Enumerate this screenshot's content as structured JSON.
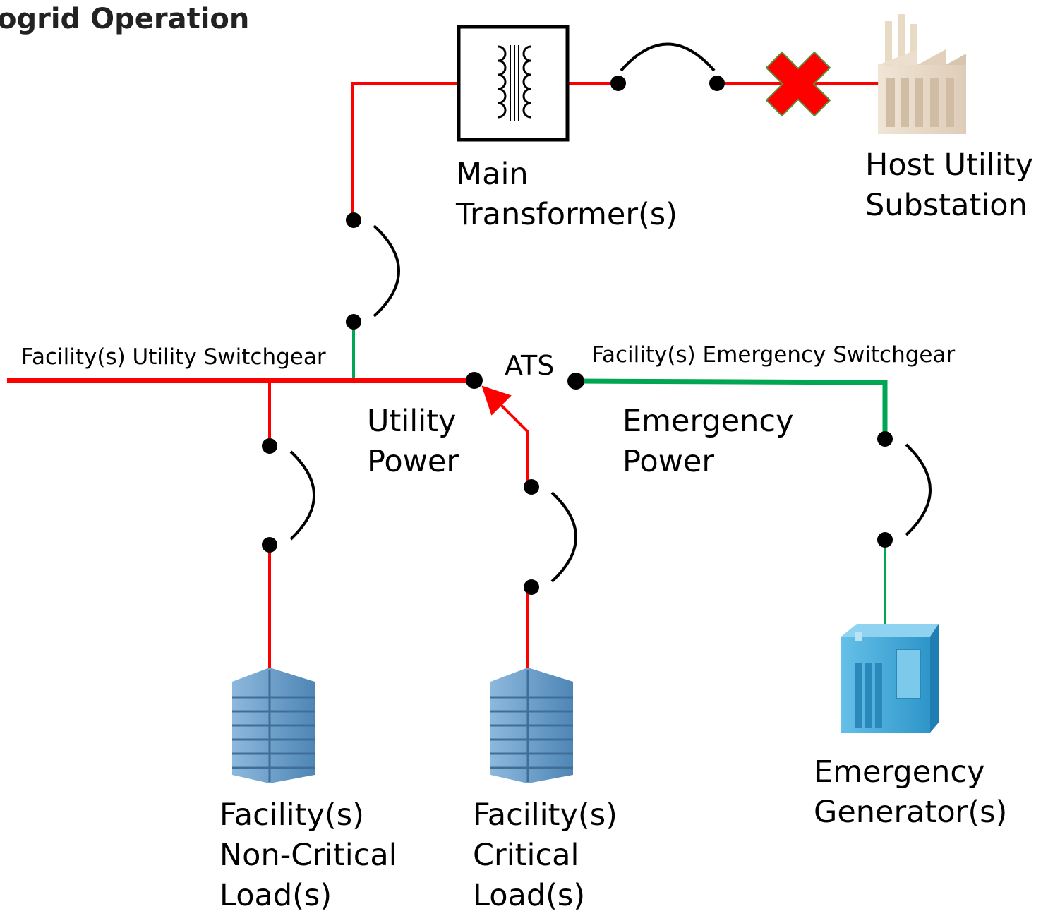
{
  "title": "ogrid Operation",
  "labels": {
    "main_transformer": [
      "Main",
      "Transformer(s)"
    ],
    "host_utility": [
      "Host Utility",
      "Substation"
    ],
    "utility_switchgear": "Facility(s) Utility Switchgear",
    "ats": "ATS",
    "emergency_switchgear": "Facility(s) Emergency Switchgear",
    "utility_power": [
      "Utility",
      "Power"
    ],
    "emergency_power": [
      "Emergency",
      "Power"
    ],
    "non_critical_load": [
      "Facility(s)",
      "Non-Critical",
      "Load(s)"
    ],
    "critical_load": [
      "Facility(s)",
      "Critical",
      "Load(s)"
    ],
    "emergency_generator": [
      "Emergency",
      "Generator(s)"
    ]
  },
  "colors": {
    "utility_line": "#ff0000",
    "emergency_line": "#00a651",
    "breaker": "#000000",
    "disconnect_x": "#ff0000",
    "building": "#6d9fc9",
    "generator": "#3ea6d8"
  },
  "icons": [
    "transformer-icon",
    "substation-icon",
    "disconnected-x-icon",
    "building-icon",
    "generator-icon"
  ]
}
